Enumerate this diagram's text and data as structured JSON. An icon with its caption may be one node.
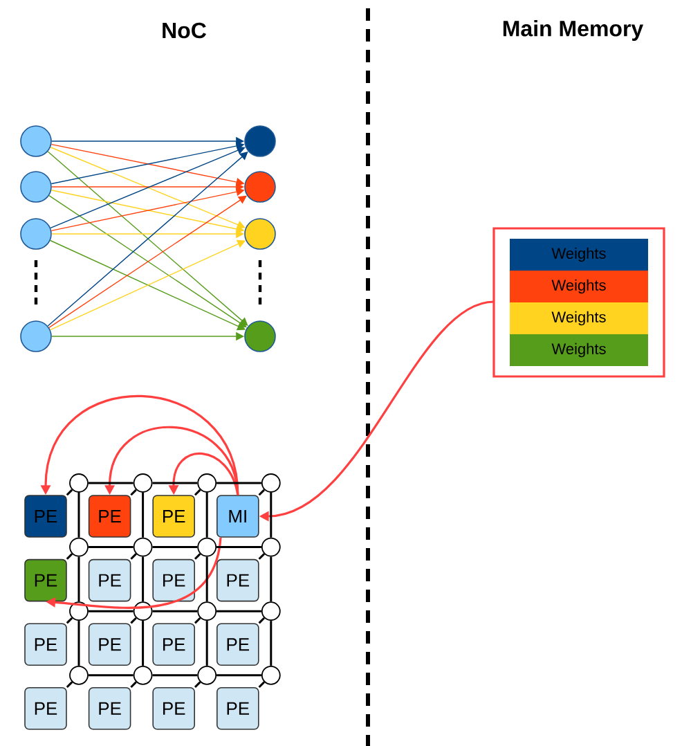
{
  "diagram": {
    "nodes": [
      {
        "text": [],
        "shape": "circle"
      },
      {
        "text": [],
        "shape": "circle"
      },
      {
        "text": [],
        "shape": "circle"
      },
      {
        "text": [],
        "shape": "circle"
      },
      {
        "text": [],
        "shape": "circle"
      },
      {
        "text": [],
        "shape": "circle"
      },
      {
        "text": [],
        "shape": "circle"
      },
      {
        "text": [],
        "shape": "circle"
      },
      {
        "text": [],
        "shape": "box"
      },
      {
        "text": [
          "Weights"
        ],
        "in": 8
      },
      {
        "text": [
          "Weights"
        ],
        "in": 8
      },
      {
        "text": [
          "Weights"
        ],
        "in": 8
      },
      {
        "text": [
          "Weights"
        ],
        "in": 8
      },
      {
        "text": [
          "PE"
        ]
      },
      {
        "text": [
          "PE"
        ]
      },
      {
        "text": [
          "PE"
        ]
      },
      {
        "text": [
          "MI"
        ]
      },
      {
        "text": [
          "PE"
        ]
      },
      {
        "text": [
          "PE"
        ]
      },
      {
        "text": [
          "PE"
        ]
      },
      {
        "text": [
          "PE"
        ]
      },
      {
        "text": [
          "PE"
        ]
      },
      {
        "text": [
          "PE"
        ]
      },
      {
        "text": [
          "PE"
        ]
      },
      {
        "text": [
          "PE"
        ]
      },
      {
        "text": [
          "PE"
        ]
      },
      {
        "text": [
          "PE"
        ]
      },
      {
        "text": [
          "PE"
        ]
      },
      {
        "text": [
          "PE"
        ]
      },
      {
        "text": [],
        "shape": "circle"
      },
      {
        "text": [],
        "shape": "circle"
      },
      {
        "text": [],
        "shape": "circle"
      },
      {
        "text": [],
        "shape": "circle"
      },
      {
        "text": [],
        "shape": "circle"
      },
      {
        "text": [],
        "shape": "circle"
      },
      {
        "text": [],
        "shape": "circle"
      },
      {
        "text": [],
        "shape": "circle"
      },
      {
        "text": [],
        "shape": "circle"
      },
      {
        "text": [],
        "shape": "circle"
      },
      {
        "text": [],
        "shape": "circle"
      },
      {
        "text": [],
        "shape": "circle"
      },
      {
        "text": [],
        "shape": "circle"
      },
      {
        "text": [],
        "shape": "circle"
      },
      {
        "text": [],
        "shape": "circle"
      },
      {
        "text": [],
        "shape": "circle"
      }
    ],
    "edges": [
      {
        "from": 0,
        "to": 4,
        "arrow": "to",
        "color": "#004586"
      },
      {
        "from": 0,
        "to": 5,
        "arrow": "to",
        "color": "#ff420e"
      },
      {
        "from": 0,
        "to": 6,
        "arrow": "to",
        "color": "#ffd320"
      },
      {
        "from": 0,
        "to": 7,
        "arrow": "to",
        "color": "#579d1c"
      },
      {
        "from": 1,
        "to": 4,
        "arrow": "to",
        "color": "#004586"
      },
      {
        "from": 1,
        "to": 5,
        "arrow": "to",
        "color": "#ff420e"
      },
      {
        "from": 1,
        "to": 6,
        "arrow": "to",
        "color": "#ffd320"
      },
      {
        "from": 1,
        "to": 7,
        "arrow": "to",
        "color": "#579d1c"
      },
      {
        "from": 2,
        "to": 4,
        "arrow": "to",
        "color": "#004586"
      },
      {
        "from": 2,
        "to": 5,
        "arrow": "to",
        "color": "#ff420e"
      },
      {
        "from": 2,
        "to": 6,
        "arrow": "to",
        "color": "#ffd320"
      },
      {
        "from": 2,
        "to": 7,
        "arrow": "to",
        "color": "#579d1c"
      },
      {
        "from": 3,
        "to": 4,
        "arrow": "to",
        "color": "#004586"
      },
      {
        "from": 3,
        "to": 5,
        "arrow": "to",
        "color": "#ff420e"
      },
      {
        "from": 3,
        "to": 6,
        "arrow": "to",
        "color": "#ffd320"
      },
      {
        "from": 3,
        "to": 7,
        "arrow": "to",
        "color": "#579d1c"
      },
      {
        "from": 8,
        "to": 16,
        "arrow": "to",
        "color": "#ff4040"
      },
      {
        "from": 16,
        "to": 13,
        "arrow": "to",
        "color": "#ff4040"
      },
      {
        "from": 16,
        "to": 14,
        "arrow": "to",
        "color": "#ff4040"
      },
      {
        "from": 16,
        "to": 15,
        "arrow": "to",
        "color": "#ff4040"
      },
      {
        "from": 16,
        "to": 17,
        "arrow": "to",
        "color": "#ff4040"
      },
      {
        "from": 13,
        "to": 29,
        "arrow": "none"
      },
      {
        "from": 14,
        "to": 30,
        "arrow": "none"
      },
      {
        "from": 15,
        "to": 31,
        "arrow": "none"
      },
      {
        "from": 16,
        "to": 32,
        "arrow": "none"
      },
      {
        "from": 17,
        "to": 33,
        "arrow": "none"
      },
      {
        "from": 18,
        "to": 34,
        "arrow": "none"
      },
      {
        "from": 19,
        "to": 35,
        "arrow": "none"
      },
      {
        "from": 20,
        "to": 36,
        "arrow": "none"
      },
      {
        "from": 21,
        "to": 37,
        "arrow": "none"
      },
      {
        "from": 22,
        "to": 38,
        "arrow": "none"
      },
      {
        "from": 23,
        "to": 39,
        "arrow": "none"
      },
      {
        "from": 24,
        "to": 40,
        "arrow": "none"
      },
      {
        "from": 25,
        "to": 41,
        "arrow": "none"
      },
      {
        "from": 26,
        "to": 42,
        "arrow": "none"
      },
      {
        "from": 27,
        "to": 43,
        "arrow": "none"
      },
      {
        "from": 28,
        "to": 44,
        "arrow": "none"
      },
      {
        "from": 29,
        "to": 30,
        "arrow": "none"
      },
      {
        "from": 30,
        "to": 31,
        "arrow": "none"
      },
      {
        "from": 31,
        "to": 32,
        "arrow": "none"
      },
      {
        "from": 33,
        "to": 34,
        "arrow": "none"
      },
      {
        "from": 34,
        "to": 35,
        "arrow": "none"
      },
      {
        "from": 35,
        "to": 36,
        "arrow": "none"
      },
      {
        "from": 37,
        "to": 38,
        "arrow": "none"
      },
      {
        "from": 38,
        "to": 39,
        "arrow": "none"
      },
      {
        "from": 39,
        "to": 40,
        "arrow": "none"
      },
      {
        "from": 41,
        "to": 42,
        "arrow": "none"
      },
      {
        "from": 42,
        "to": 43,
        "arrow": "none"
      },
      {
        "from": 43,
        "to": 44,
        "arrow": "none"
      },
      {
        "from": 29,
        "to": 33,
        "arrow": "none"
      },
      {
        "from": 30,
        "to": 34,
        "arrow": "none"
      },
      {
        "from": 31,
        "to": 35,
        "arrow": "none"
      },
      {
        "from": 32,
        "to": 36,
        "arrow": "none"
      },
      {
        "from": 33,
        "to": 37,
        "arrow": "none"
      },
      {
        "from": 34,
        "to": 38,
        "arrow": "none"
      },
      {
        "from": 35,
        "to": 39,
        "arrow": "none"
      },
      {
        "from": 36,
        "to": 40,
        "arrow": "none"
      },
      {
        "from": 37,
        "to": 41,
        "arrow": "none"
      },
      {
        "from": 38,
        "to": 42,
        "arrow": "none"
      },
      {
        "from": 39,
        "to": 43,
        "arrow": "none"
      },
      {
        "from": 40,
        "to": 44,
        "arrow": "none"
      }
    ],
    "labels": [
      "NoC",
      "Main Memory"
    ]
  }
}
